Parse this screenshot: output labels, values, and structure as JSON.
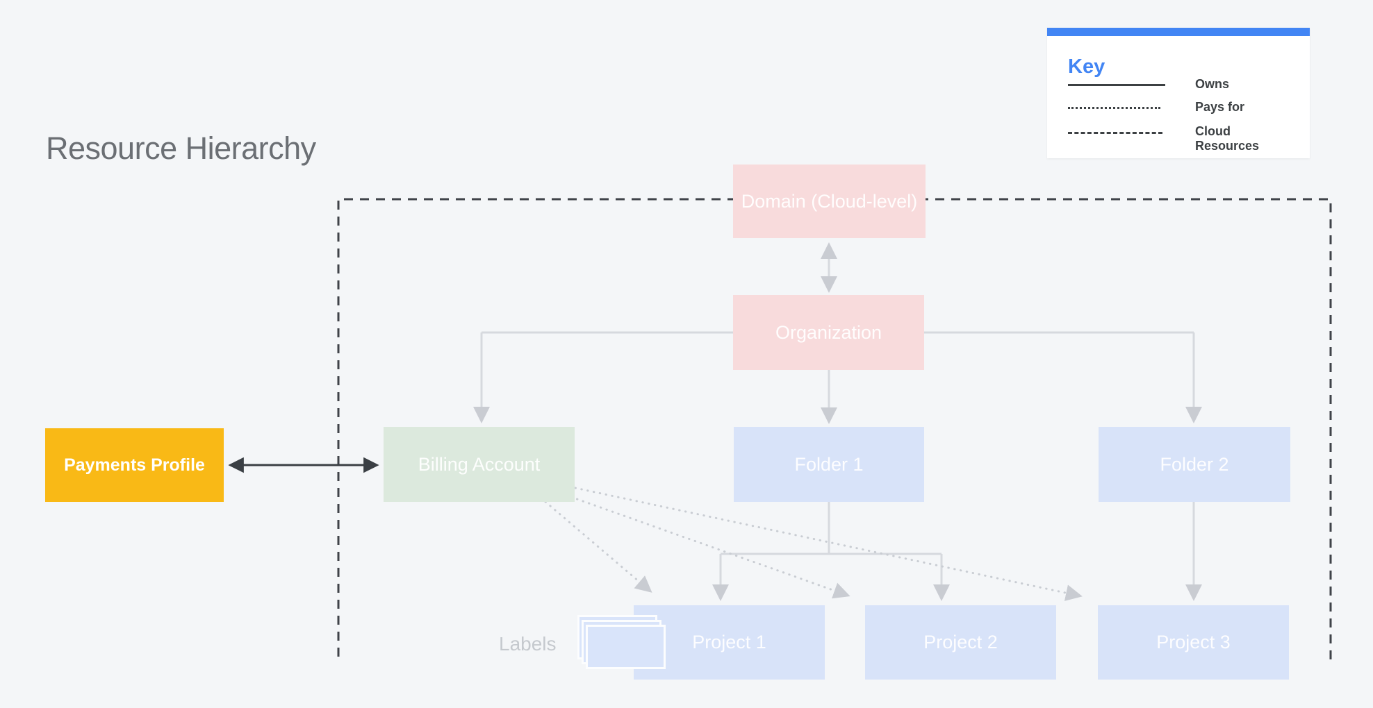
{
  "page": {
    "title": "Resource Hierarchy"
  },
  "key": {
    "title": "Key",
    "items": [
      {
        "name": "owns",
        "line_style": "solid",
        "label": "Owns"
      },
      {
        "name": "pays-for",
        "line_style": "dotted",
        "label": "Pays for"
      },
      {
        "name": "cloud-resources",
        "line_style": "dashed",
        "label": "Cloud Resources"
      }
    ]
  },
  "nodes": {
    "domain": "Domain (Cloud-level)",
    "organization": "Organization",
    "billing_account": "Billing Account",
    "payments_profile": "Payments Profile",
    "folder1": "Folder 1",
    "folder2": "Folder 2",
    "project1": "Project 1",
    "project2": "Project 2",
    "project3": "Project 3",
    "labels_caption": "Labels"
  },
  "colors": {
    "accent_blue": "#4285F4",
    "node_pink": "#F8DBDC",
    "node_green": "#DCE9DD",
    "node_blue": "#D8E3F9",
    "node_yellow": "#F9B916",
    "dark_line": "#3C4043",
    "light_line": "#D6D9DE",
    "background": "#F4F6F8"
  },
  "relationships": [
    {
      "from": "payments_profile",
      "to": "billing_account",
      "type": "owns",
      "bidirectional": true
    },
    {
      "from": "domain",
      "to": "organization",
      "type": "hierarchy",
      "bidirectional": true
    },
    {
      "from": "organization",
      "to": "billing_account",
      "type": "hierarchy"
    },
    {
      "from": "organization",
      "to": "folder1",
      "type": "hierarchy"
    },
    {
      "from": "organization",
      "to": "folder2",
      "type": "hierarchy"
    },
    {
      "from": "folder1",
      "to": "project1",
      "type": "hierarchy"
    },
    {
      "from": "folder1",
      "to": "project2",
      "type": "hierarchy"
    },
    {
      "from": "folder2",
      "to": "project3",
      "type": "hierarchy"
    },
    {
      "from": "billing_account",
      "to": "project1",
      "type": "pays-for"
    },
    {
      "from": "billing_account",
      "to": "project2",
      "type": "pays-for"
    },
    {
      "from": "billing_account",
      "to": "project3",
      "type": "pays-for"
    },
    {
      "boundary": "cloud-resources",
      "contains": [
        "domain",
        "organization",
        "billing_account",
        "folder1",
        "folder2",
        "project1",
        "project2",
        "project3"
      ]
    }
  ]
}
